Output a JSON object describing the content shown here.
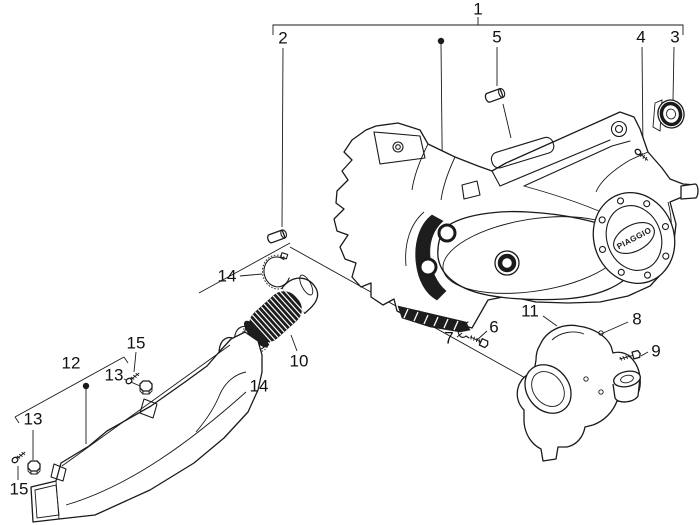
{
  "figure": {
    "brand_label": "PIAGGIO",
    "colors": {
      "background": "#ffffff",
      "line": "#1a1a1a"
    },
    "callouts": [
      {
        "ref": "1"
      },
      {
        "ref": "2"
      },
      {
        "ref": "5"
      },
      {
        "ref": "4"
      },
      {
        "ref": "3"
      },
      {
        "ref": "14"
      },
      {
        "ref": "10"
      },
      {
        "ref": "14"
      },
      {
        "ref": "12"
      },
      {
        "ref": "15"
      },
      {
        "ref": "13"
      },
      {
        "ref": "13"
      },
      {
        "ref": "15"
      },
      {
        "ref": "7"
      },
      {
        "ref": "6"
      },
      {
        "ref": "11"
      },
      {
        "ref": "8"
      },
      {
        "ref": "9"
      }
    ]
  }
}
